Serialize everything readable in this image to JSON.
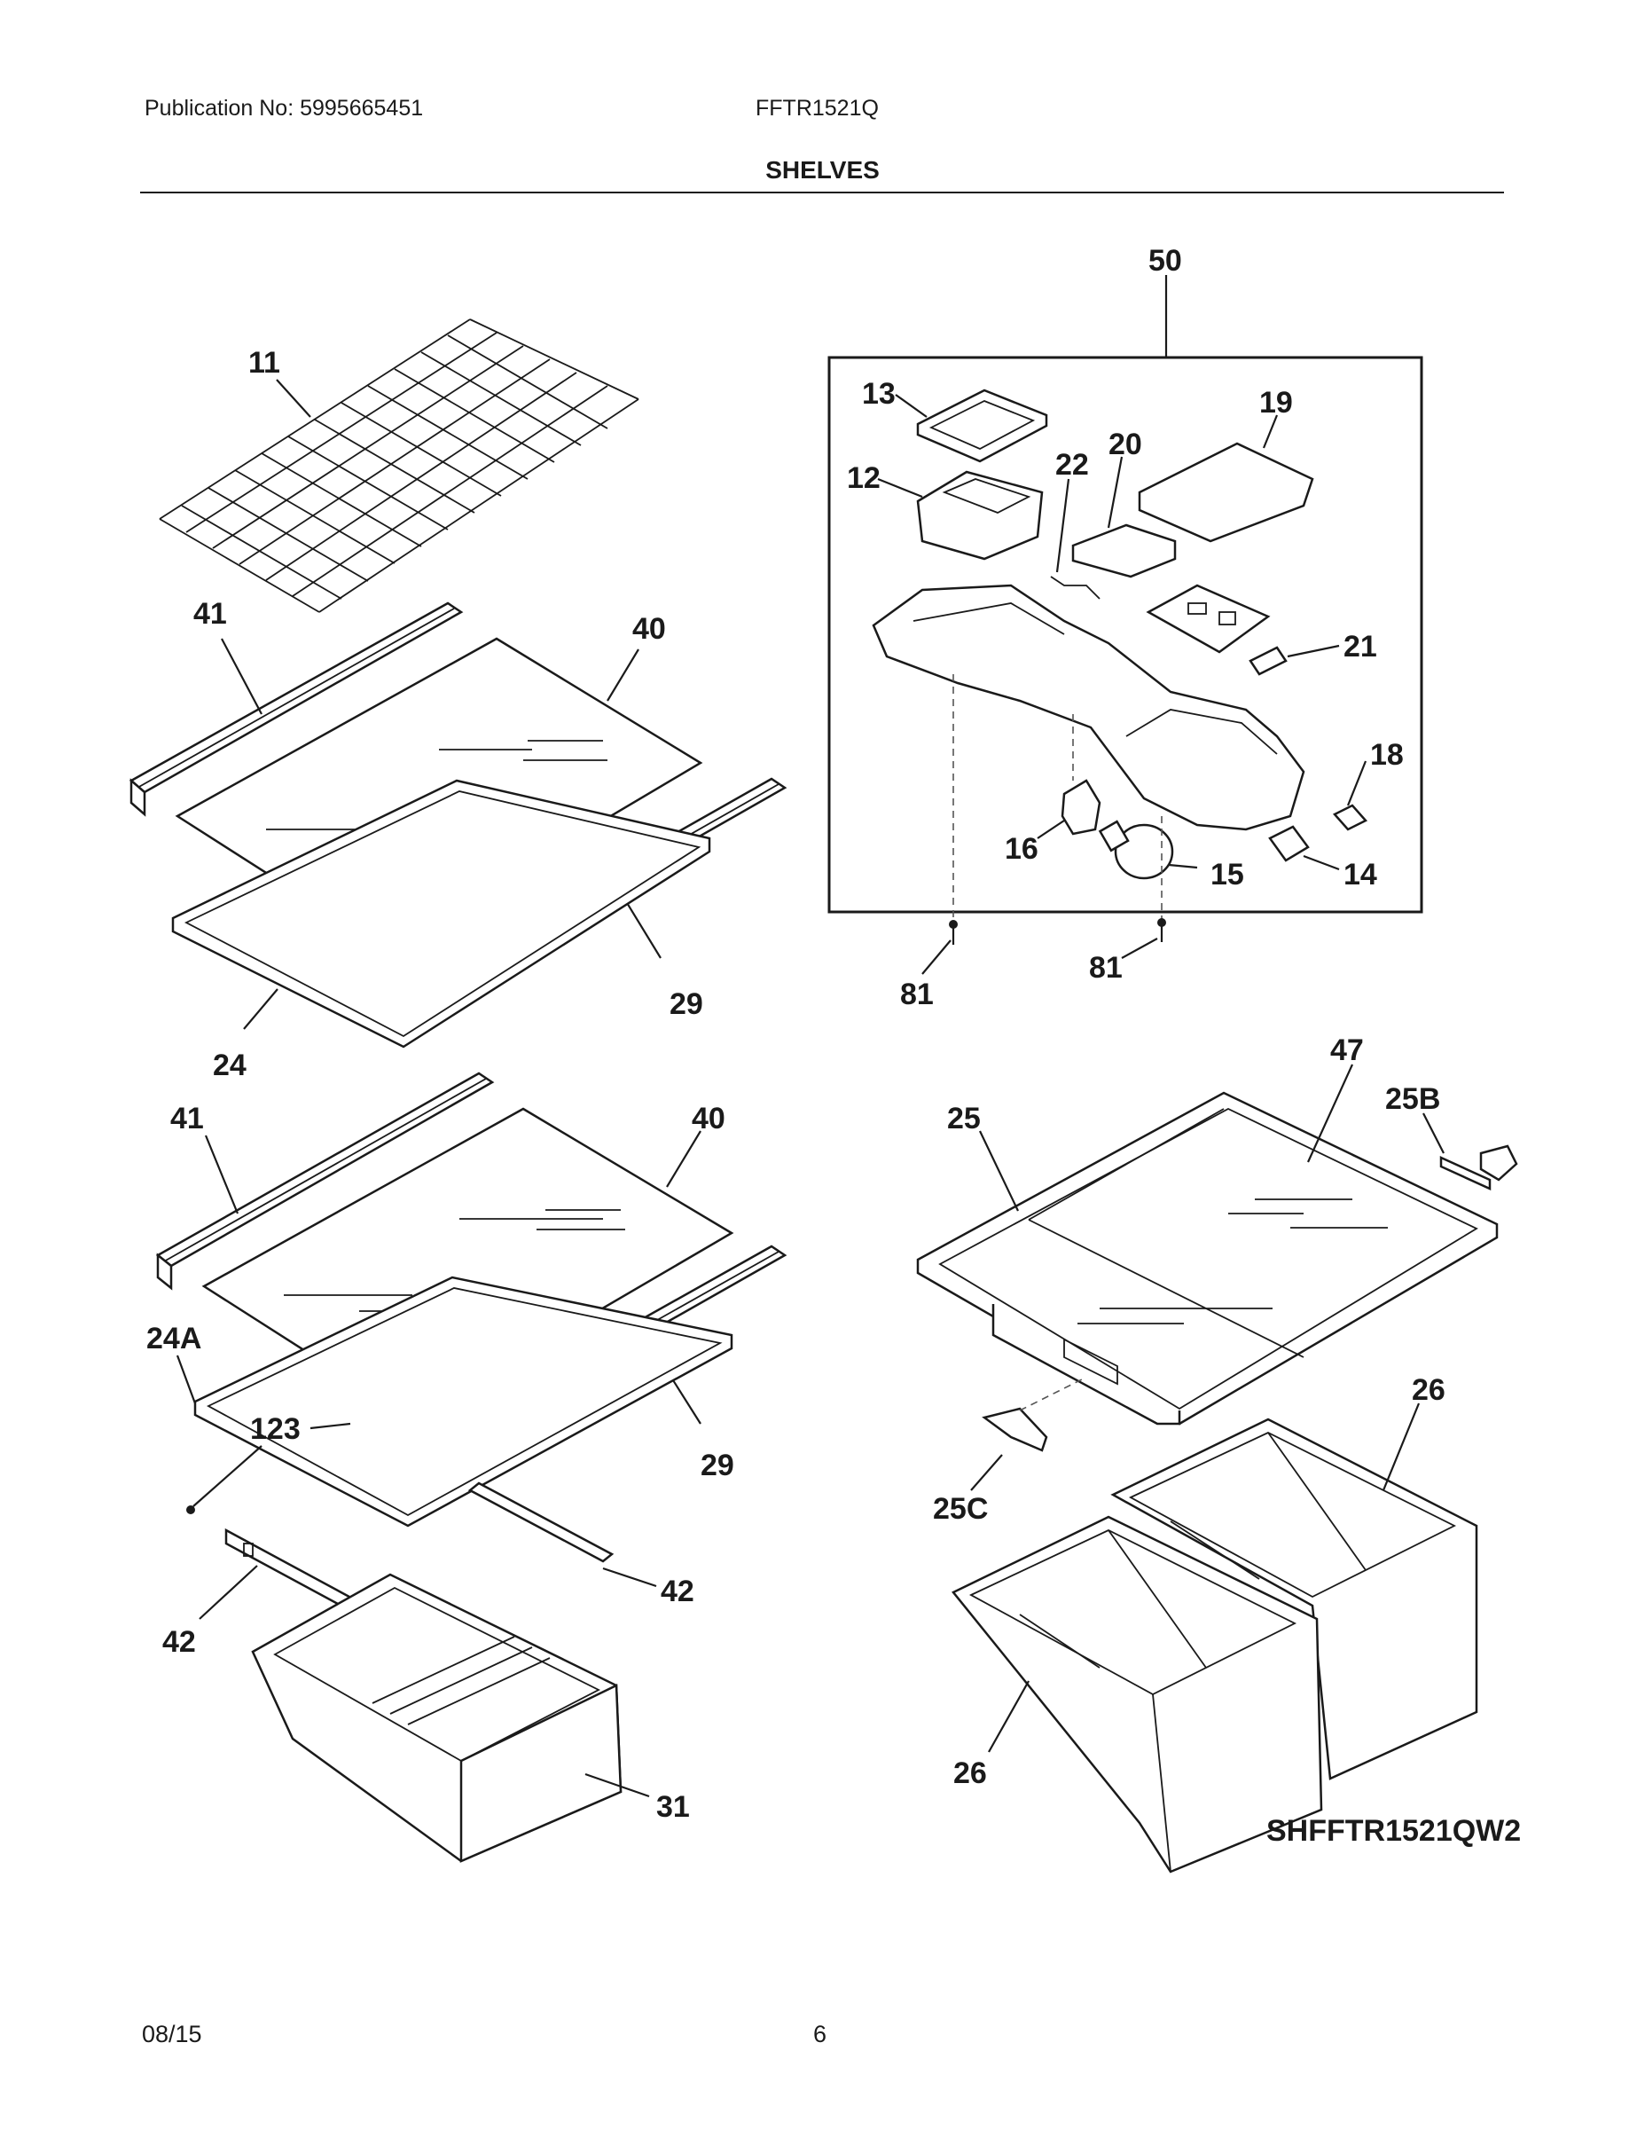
{
  "header": {
    "publication": "Publication No: 5995665451",
    "model": "FFTR1521Q",
    "section_title": "SHELVES"
  },
  "diagram": {
    "image_code": "SHFFTR1521QW2",
    "callouts": [
      {
        "id": "c11",
        "text": "11"
      },
      {
        "id": "c41a",
        "text": "41"
      },
      {
        "id": "c40a",
        "text": "40"
      },
      {
        "id": "c29a",
        "text": "29"
      },
      {
        "id": "c24",
        "text": "24"
      },
      {
        "id": "c41b",
        "text": "41"
      },
      {
        "id": "c40b",
        "text": "40"
      },
      {
        "id": "c24A",
        "text": "24A"
      },
      {
        "id": "c123",
        "text": "123"
      },
      {
        "id": "c29b",
        "text": "29"
      },
      {
        "id": "c42a",
        "text": "42"
      },
      {
        "id": "c42b",
        "text": "42"
      },
      {
        "id": "c31",
        "text": "31"
      },
      {
        "id": "c50",
        "text": "50"
      },
      {
        "id": "c13",
        "text": "13"
      },
      {
        "id": "c12",
        "text": "12"
      },
      {
        "id": "c22",
        "text": "22"
      },
      {
        "id": "c20",
        "text": "20"
      },
      {
        "id": "c19",
        "text": "19"
      },
      {
        "id": "c21",
        "text": "21"
      },
      {
        "id": "c18",
        "text": "18"
      },
      {
        "id": "c16",
        "text": "16"
      },
      {
        "id": "c15",
        "text": "15"
      },
      {
        "id": "c14",
        "text": "14"
      },
      {
        "id": "c81a",
        "text": "81"
      },
      {
        "id": "c81b",
        "text": "81"
      },
      {
        "id": "c47",
        "text": "47"
      },
      {
        "id": "c25",
        "text": "25"
      },
      {
        "id": "c25B",
        "text": "25B"
      },
      {
        "id": "c26a",
        "text": "26"
      },
      {
        "id": "c25C",
        "text": "25C"
      },
      {
        "id": "c26b",
        "text": "26"
      }
    ]
  },
  "footer": {
    "date": "08/15",
    "page": "6"
  }
}
